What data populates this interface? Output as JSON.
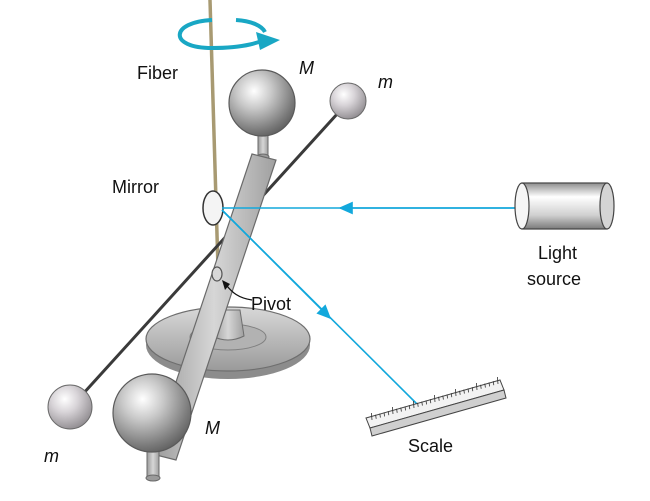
{
  "labels": {
    "fiber": "Fiber",
    "mass_large_top": "M",
    "mass_small_top": "m",
    "mirror": "Mirror",
    "light_source_line1": "Light",
    "light_source_line2": "source",
    "pivot": "Pivot",
    "mass_large_bottom": "M",
    "mass_small_bottom": "m",
    "scale": "Scale"
  },
  "colors": {
    "light_beam": "#12a8dc",
    "rotation_arrow": "#19a7c4",
    "fiber": "#a89a72",
    "sphere": "#9a9a9a",
    "stand": "#bdbdbd"
  },
  "icons": {
    "rotation": "circular-arrow-icon",
    "light_source": "cylinder-icon",
    "scale": "ruler-icon"
  }
}
